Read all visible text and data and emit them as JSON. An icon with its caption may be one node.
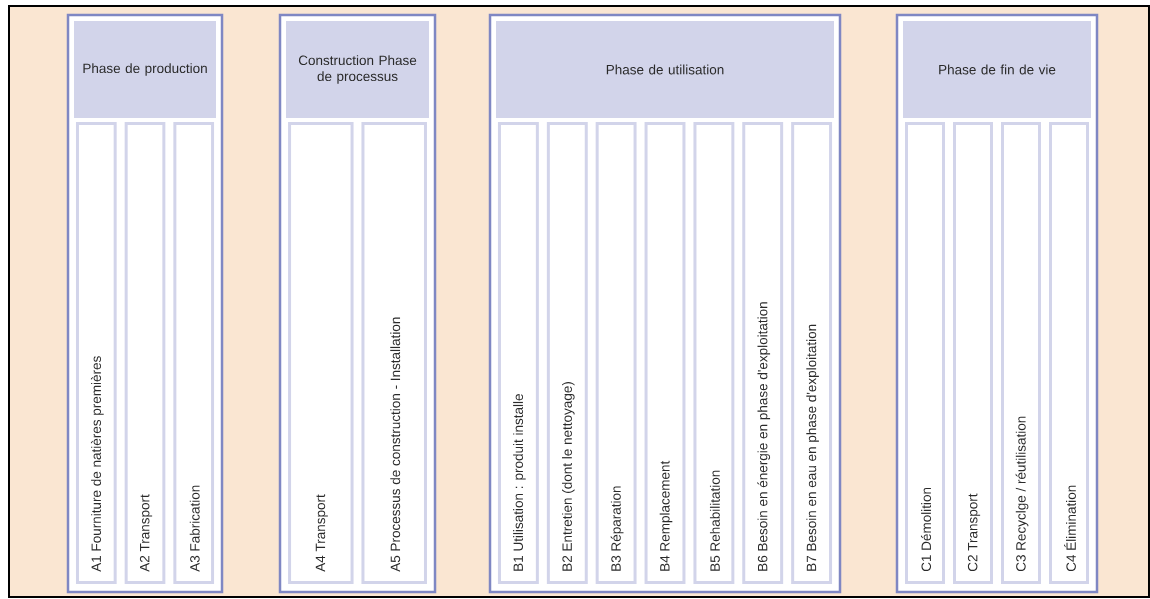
{
  "diagram": {
    "nodes": [
      {
        "text": [
          "Phase de production"
        ]
      },
      {
        "text": [
          "A1 Fourniture de natières premières"
        ],
        "in": 0
      },
      {
        "text": [
          "A2 Transport"
        ],
        "in": 0
      },
      {
        "text": [
          "A3 Fabrication"
        ],
        "in": 0
      },
      {
        "text": [
          "Construction Phase de processus"
        ]
      },
      {
        "text": [
          "A4 Transport"
        ],
        "in": 4
      },
      {
        "text": [
          "A5 Processus de construction - Installation"
        ],
        "in": 4
      },
      {
        "text": [
          "Phase de utilisation"
        ]
      },
      {
        "text": [
          "B1 Utilisation : produit installe"
        ],
        "in": 7
      },
      {
        "text": [
          "B2 Entretien (dont le nettoyage)"
        ],
        "in": 7
      },
      {
        "text": [
          "B3 Réparation"
        ],
        "in": 7
      },
      {
        "text": [
          "B4 Remplacement"
        ],
        "in": 7
      },
      {
        "text": [
          "B5 Rehabilitation"
        ],
        "in": 7
      },
      {
        "text": [
          "B6 Besoin en énergie en phase d'exploitation"
        ],
        "in": 7
      },
      {
        "text": [
          "B7 Besoin en eau en phase d'exploitation"
        ],
        "in": 7
      },
      {
        "text": [
          "Phase de fin de vie"
        ]
      },
      {
        "text": [
          "C1 Démolition"
        ],
        "in": 15
      },
      {
        "text": [
          "C2 Transport"
        ],
        "in": 15
      },
      {
        "text": [
          "C3 Recyclge / réutilisation"
        ],
        "in": 15
      },
      {
        "text": [
          "C4 Élimination"
        ],
        "in": 15
      }
    ]
  }
}
